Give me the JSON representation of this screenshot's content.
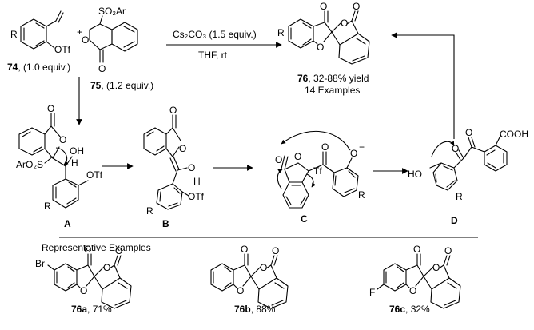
{
  "reagents": {
    "sm1_label": "74",
    "sm1_equiv": ", (1.0 equiv.)",
    "sm2_label": "75",
    "sm2_equiv": ", (1.2 equiv.)",
    "plus": "+",
    "condition_base": "Cs₂CO₃  (1.5 equiv.)",
    "condition_solvent": "THF, rt"
  },
  "product": {
    "label": "76",
    "yield_text": ", 32-88% yield",
    "examples_text": "14 Examples"
  },
  "atoms": {
    "R": "R",
    "O": "O",
    "OTf": "OTf",
    "SO2Ar": "SO₂Ar",
    "ArO2S": "ArO₂S",
    "OH": "OH",
    "H": "H",
    "Tf": "Tf",
    "HO": "HO",
    "COOH": "COOH",
    "minus": "−",
    "Br": "Br",
    "F": "F"
  },
  "intermediates": [
    "A",
    "B",
    "C",
    "D"
  ],
  "examples": {
    "heading": "Representative Examples",
    "items": [
      {
        "label": "76a",
        "yield": ", 71%"
      },
      {
        "label": "76b",
        "yield": ", 88%"
      },
      {
        "label": "76c",
        "yield": ", 32%"
      }
    ]
  }
}
